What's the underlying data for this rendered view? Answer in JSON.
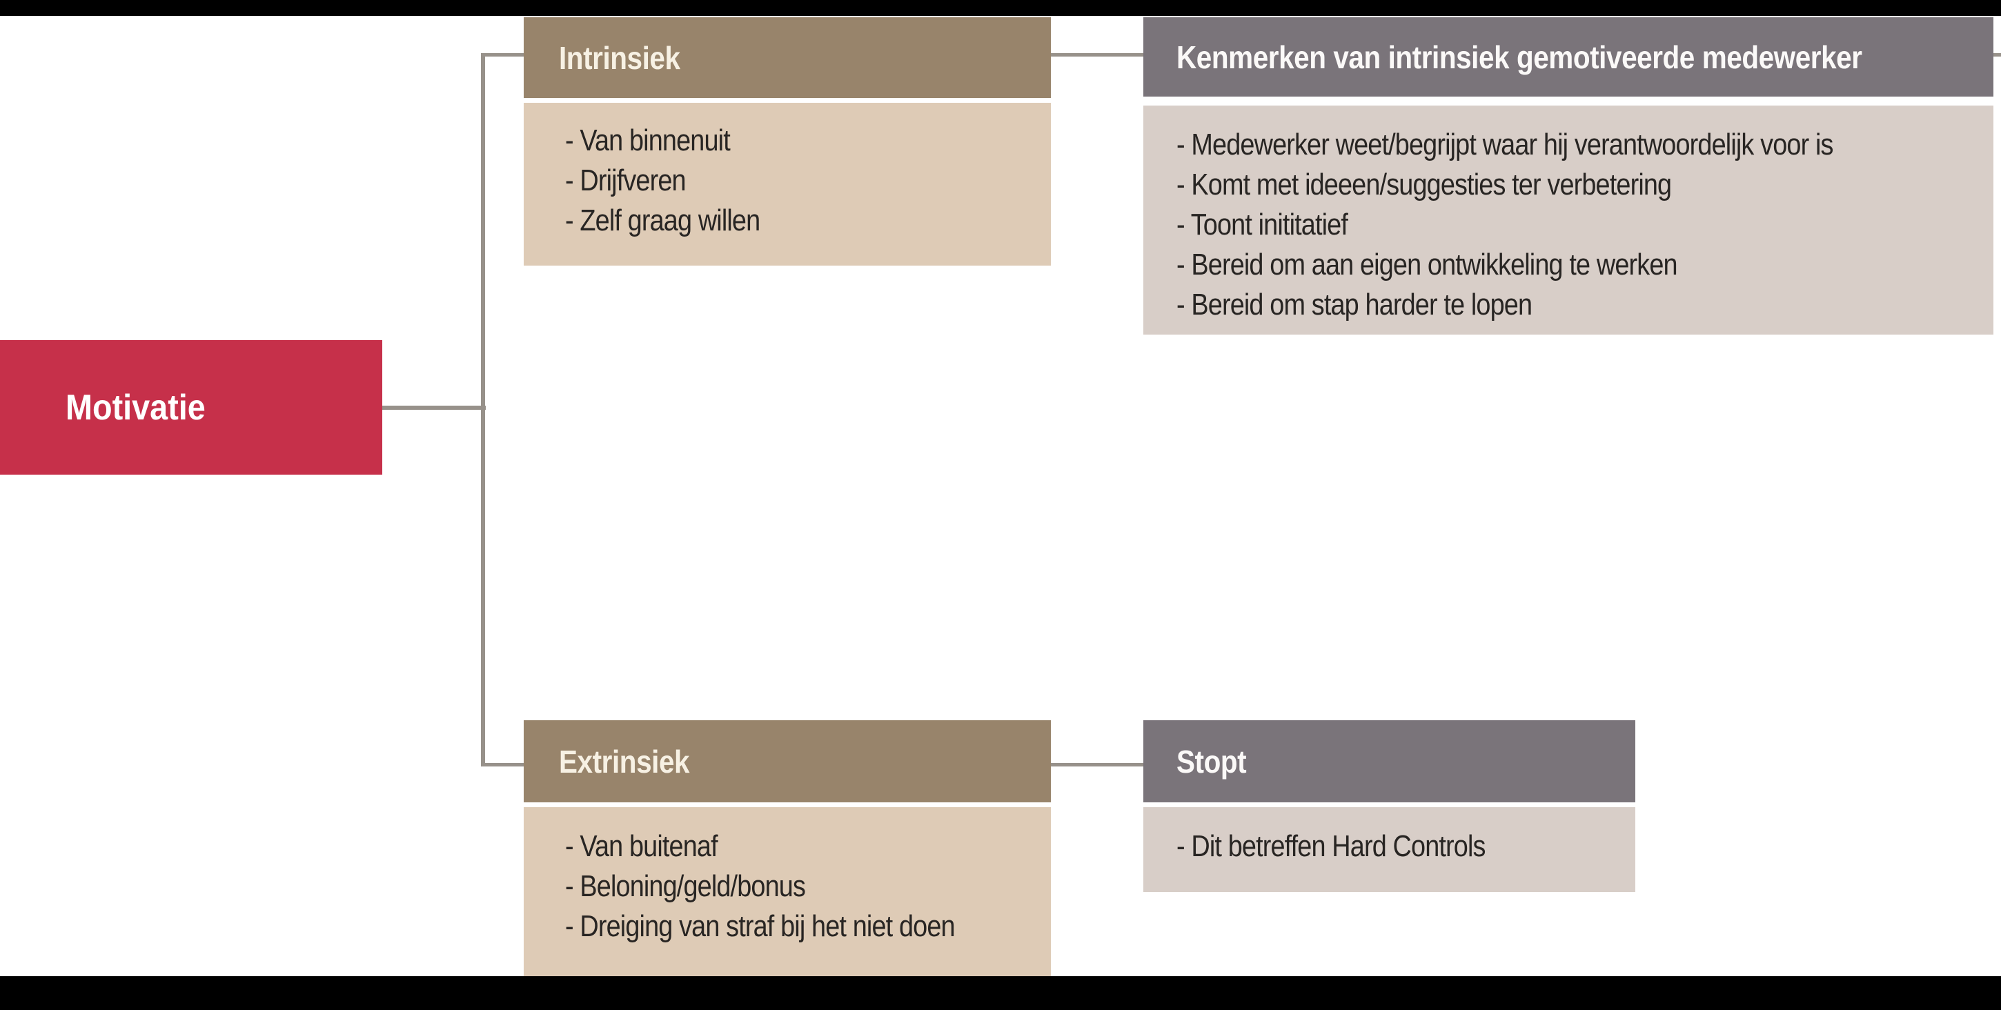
{
  "canvas": {
    "background": "#FFFFFF",
    "letterbox_color": "#000000"
  },
  "palette": {
    "root_red": "#C6304A",
    "branch_header_brown": "#98846B",
    "branch_body_tan": "#DECBB6",
    "leaf_header_gray": "#7A747A",
    "leaf_body_gray": "#D8CEC8",
    "connector_gray": "#97918A",
    "body_text": "#282523",
    "header_text_cream": "#F7F1E4",
    "header_text_white": "#FBF9F8"
  },
  "diagram": {
    "root": {
      "label": "Motivatie"
    },
    "nodes": [
      {
        "title": "Intrinsiek",
        "items": [
          "- Van binnenuit",
          "- Drijfveren",
          "- Zelf graag willen"
        ]
      },
      {
        "title": "Kenmerken van intrinsiek gemotiveerde medewerker",
        "items": [
          "- Medewerker weet/begrijpt waar hij verantwoordelijk voor is",
          "- Komt met ideeen/suggesties ter verbetering",
          "- Toont inititatief",
          "- Bereid om aan eigen ontwikkeling te werken",
          "- Bereid om stap harder te lopen"
        ]
      },
      {
        "title": "Extrinsiek",
        "items": [
          "- Van buitenaf",
          "- Beloning/geld/bonus",
          "- Dreiging van straf bij het niet doen"
        ]
      },
      {
        "title": "Stopt",
        "items": [
          "- Dit betreffen Hard Controls"
        ]
      }
    ]
  }
}
